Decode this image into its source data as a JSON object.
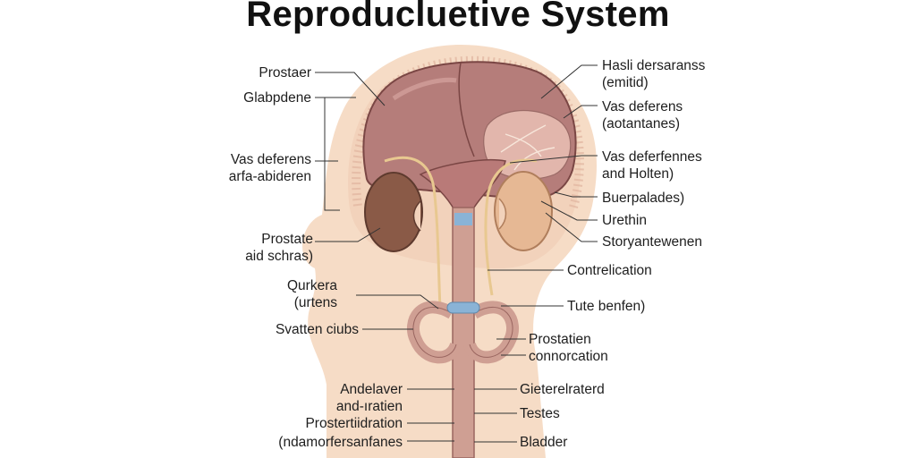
{
  "title": "Reproducluetive System",
  "colors": {
    "skin": "#f6dcc6",
    "organ": "#b57d7a",
    "organ_dark": "#8e5552",
    "kidney_left": "#8a5a47",
    "kidney_right": "#e6b894",
    "duct": "#e8c890",
    "tube": "#cf9f93",
    "ureter_blue": "#8ab3d6",
    "leader": "#333333"
  },
  "labels": {
    "left": [
      {
        "lines": [
          "Prostaer"
        ]
      },
      {
        "lines": [
          "Glabpdene"
        ]
      },
      {
        "lines": [
          "Vas deferens",
          "arfa-abideren"
        ]
      },
      {
        "lines": [
          "Prostate",
          "aid schras)"
        ]
      },
      {
        "lines": [
          "Qurkera",
          "(urtens"
        ]
      },
      {
        "lines": [
          "Svatten ciubs"
        ]
      },
      {
        "lines": [
          "Andelaver",
          "and-ıratien"
        ]
      },
      {
        "lines": [
          "Prostertiidration"
        ]
      },
      {
        "lines": [
          "(ndamorfersanfanes"
        ]
      }
    ],
    "right": [
      {
        "lines": [
          "Hasli dersaranss",
          "(emitid)"
        ]
      },
      {
        "lines": [
          "Vas deferens",
          "(aotantanes)"
        ]
      },
      {
        "lines": [
          "Vas deferfennes",
          "and Holten)"
        ]
      },
      {
        "lines": [
          "Buerpalades)"
        ]
      },
      {
        "lines": [
          "Urethin"
        ]
      },
      {
        "lines": [
          "Storyantewenen"
        ]
      },
      {
        "lines": [
          "Contrelication"
        ]
      },
      {
        "lines": [
          "Tute benfen)"
        ]
      },
      {
        "lines": [
          "Prostatien",
          "connorcation"
        ]
      },
      {
        "lines": [
          "Gieterelraterd"
        ]
      },
      {
        "lines": [
          "Testes"
        ]
      },
      {
        "lines": [
          "Bladder"
        ]
      }
    ]
  }
}
